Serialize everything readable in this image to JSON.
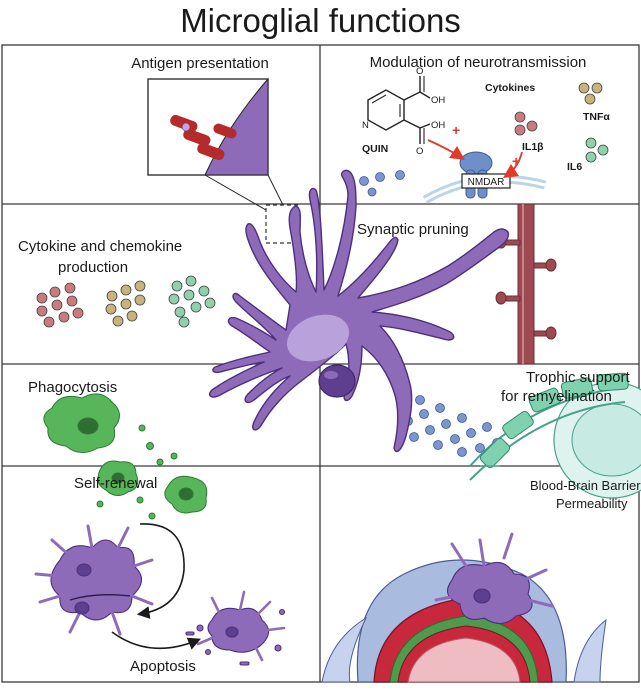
{
  "title": "Microglial functions",
  "panels": {
    "antigen": "Antigen presentation",
    "neuro": {
      "title": "Modulation of neurotransmission",
      "cytokines": "Cytokines",
      "quin": "QUIN",
      "oh1": "OH",
      "oh2": "OH",
      "o1": "O",
      "o2": "O",
      "n": "N",
      "plus1": "+",
      "plus2": "+",
      "il1b": "IL1β",
      "tnfa": "TNFα",
      "il6": "IL6",
      "nmdar": "NMDAR"
    },
    "cytokine_prod": {
      "line1": "Cytokine and chemokine",
      "line2": "production"
    },
    "pruning": "Synaptic pruning",
    "phagocytosis": "Phagocytosis",
    "trophic": {
      "line1": "Trophic support",
      "line2": "for remyelination"
    },
    "self_renewal": "Self-renewal",
    "apoptosis": "Apoptosis",
    "bbb": {
      "line1": "Blood-Brain Barrier",
      "line2": "Permeability"
    }
  },
  "colors": {
    "microglia": "#8e6bb9",
    "microglia_dark": "#5e3f8f",
    "red_cytokine": "#c97b80",
    "tan_cytokine": "#c9b27c",
    "green_cytokine": "#8fd1ad",
    "blue_dot": "#7b95cf",
    "dendrite": "#9e4a52",
    "myelin": "#7fd1b0",
    "phago_green": "#58b65a",
    "vessel_red": "#c8283b",
    "vessel_pink": "#f0bcc3",
    "endfoot_blue": "#aabbe0"
  }
}
